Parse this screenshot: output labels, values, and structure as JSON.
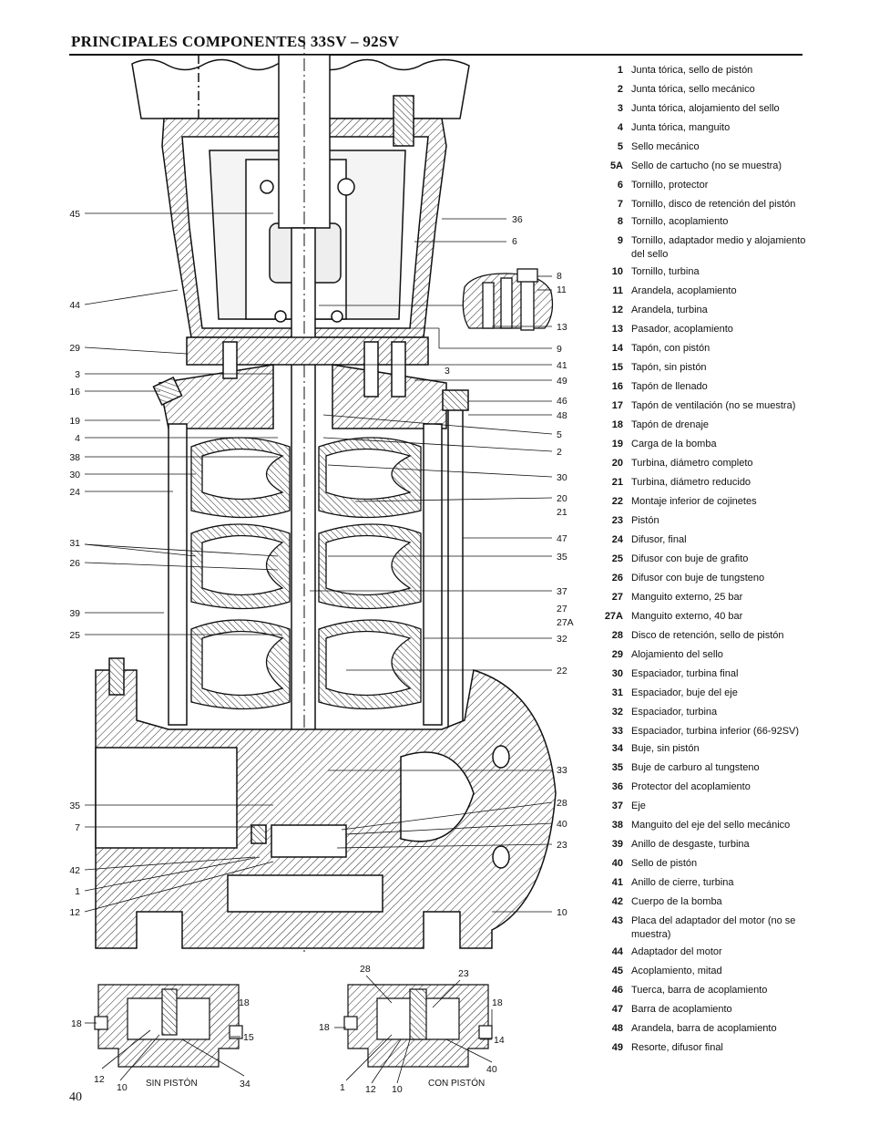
{
  "title": "PRINCIPALES COMPONENTES 33SV – 92SV",
  "page_number": "40",
  "components": [
    {
      "num": "1",
      "text": "Junta tórica, sello de pistón"
    },
    {
      "num": "2",
      "text": "Junta tórica, sello mecánico"
    },
    {
      "num": "3",
      "text": "Junta tórica, alojamiento del sello"
    },
    {
      "num": "4",
      "text": "Junta tórica, manguito"
    },
    {
      "num": "5",
      "text": "Sello mecánico"
    },
    {
      "num": "5A",
      "text": "Sello de cartucho (no se muestra)"
    },
    {
      "num": "6",
      "text": "Tornillo, protector"
    },
    {
      "num": "7",
      "text": "Tornillo, disco de retención del pistón"
    },
    {
      "num": "8",
      "text": "Tornillo, acoplamiento"
    },
    {
      "num": "9",
      "text": "Tornillo, adaptador medio y alojamiento del sello"
    },
    {
      "num": "10",
      "text": "Tornillo, turbina"
    },
    {
      "num": "11",
      "text": "Arandela, acoplamiento"
    },
    {
      "num": "12",
      "text": "Arandela, turbina"
    },
    {
      "num": "13",
      "text": "Pasador, acoplamiento"
    },
    {
      "num": "14",
      "text": "Tapón, con pistón"
    },
    {
      "num": "15",
      "text": "Tapón, sin pistón"
    },
    {
      "num": "16",
      "text": "Tapón de llenado"
    },
    {
      "num": "17",
      "text": "Tapón de ventilación (no se muestra)"
    },
    {
      "num": "18",
      "text": "Tapón de drenaje"
    },
    {
      "num": "19",
      "text": "Carga de la bomba"
    },
    {
      "num": "20",
      "text": "Turbina, diámetro completo"
    },
    {
      "num": "21",
      "text": "Turbina, diámetro reducido"
    },
    {
      "num": "22",
      "text": "Montaje inferior de cojinetes"
    },
    {
      "num": "23",
      "text": "Pistón"
    },
    {
      "num": "24",
      "text": "Difusor, final"
    },
    {
      "num": "25",
      "text": "Difusor con buje de grafito"
    },
    {
      "num": "26",
      "text": "Difusor con buje de tungsteno"
    },
    {
      "num": "27",
      "text": "Manguito externo, 25 bar"
    },
    {
      "num": "27A",
      "text": "Manguito externo, 40 bar"
    },
    {
      "num": "28",
      "text": "Disco de retención, sello de pistón"
    },
    {
      "num": "29",
      "text": "Alojamiento del sello"
    },
    {
      "num": "30",
      "text": "Espaciador, turbina final"
    },
    {
      "num": "31",
      "text": "Espaciador, buje del eje"
    },
    {
      "num": "32",
      "text": "Espaciador, turbina"
    },
    {
      "num": "33",
      "text": "Espaciador, turbina inferior (66-92SV)"
    },
    {
      "num": "34",
      "text": "Buje, sin pistón"
    },
    {
      "num": "35",
      "text": "Buje de carburo al tungsteno"
    },
    {
      "num": "36",
      "text": "Protector del acoplamiento"
    },
    {
      "num": "37",
      "text": "Eje"
    },
    {
      "num": "38",
      "text": "Manguito del eje del sello mecánico"
    },
    {
      "num": "39",
      "text": "Anillo de desgaste, turbina"
    },
    {
      "num": "40",
      "text": "Sello de pistón"
    },
    {
      "num": "41",
      "text": "Anillo de cierre, turbina"
    },
    {
      "num": "42",
      "text": "Cuerpo de la bomba"
    },
    {
      "num": "43",
      "text": "Placa del adaptador del motor (no se muestra)"
    },
    {
      "num": "44",
      "text": "Adaptador del motor"
    },
    {
      "num": "45",
      "text": "Acoplamiento, mitad"
    },
    {
      "num": "46",
      "text": "Tuerca, barra de acoplamiento"
    },
    {
      "num": "47",
      "text": "Barra de acoplamiento"
    },
    {
      "num": "48",
      "text": "Arandela, barra de acoplamiento"
    },
    {
      "num": "49",
      "text": "Resorte, difusor final"
    }
  ],
  "diagram": {
    "left_callouts": [
      "45",
      "44",
      "29",
      "3",
      "16",
      "19",
      "4",
      "38",
      "30",
      "24",
      "31",
      "26",
      "39",
      "25",
      "35",
      "7",
      "42",
      "1",
      "12"
    ],
    "right_callouts": [
      "36",
      "6",
      "8",
      "11",
      "13",
      "9",
      "3",
      "41",
      "49",
      "46",
      "48",
      "5",
      "2",
      "30",
      "20",
      "21",
      "47",
      "35",
      "37",
      "27",
      "27A",
      "32",
      "22",
      "33",
      "28",
      "40",
      "23",
      "10"
    ],
    "sub_left": {
      "caption": "SIN PISTÓN",
      "callouts": [
        "18",
        "18",
        "15",
        "12",
        "10",
        "34"
      ]
    },
    "sub_right": {
      "caption": "CON PISTÓN",
      "callouts": [
        "28",
        "23",
        "18",
        "18",
        "14",
        "40",
        "1",
        "12",
        "10"
      ]
    }
  }
}
